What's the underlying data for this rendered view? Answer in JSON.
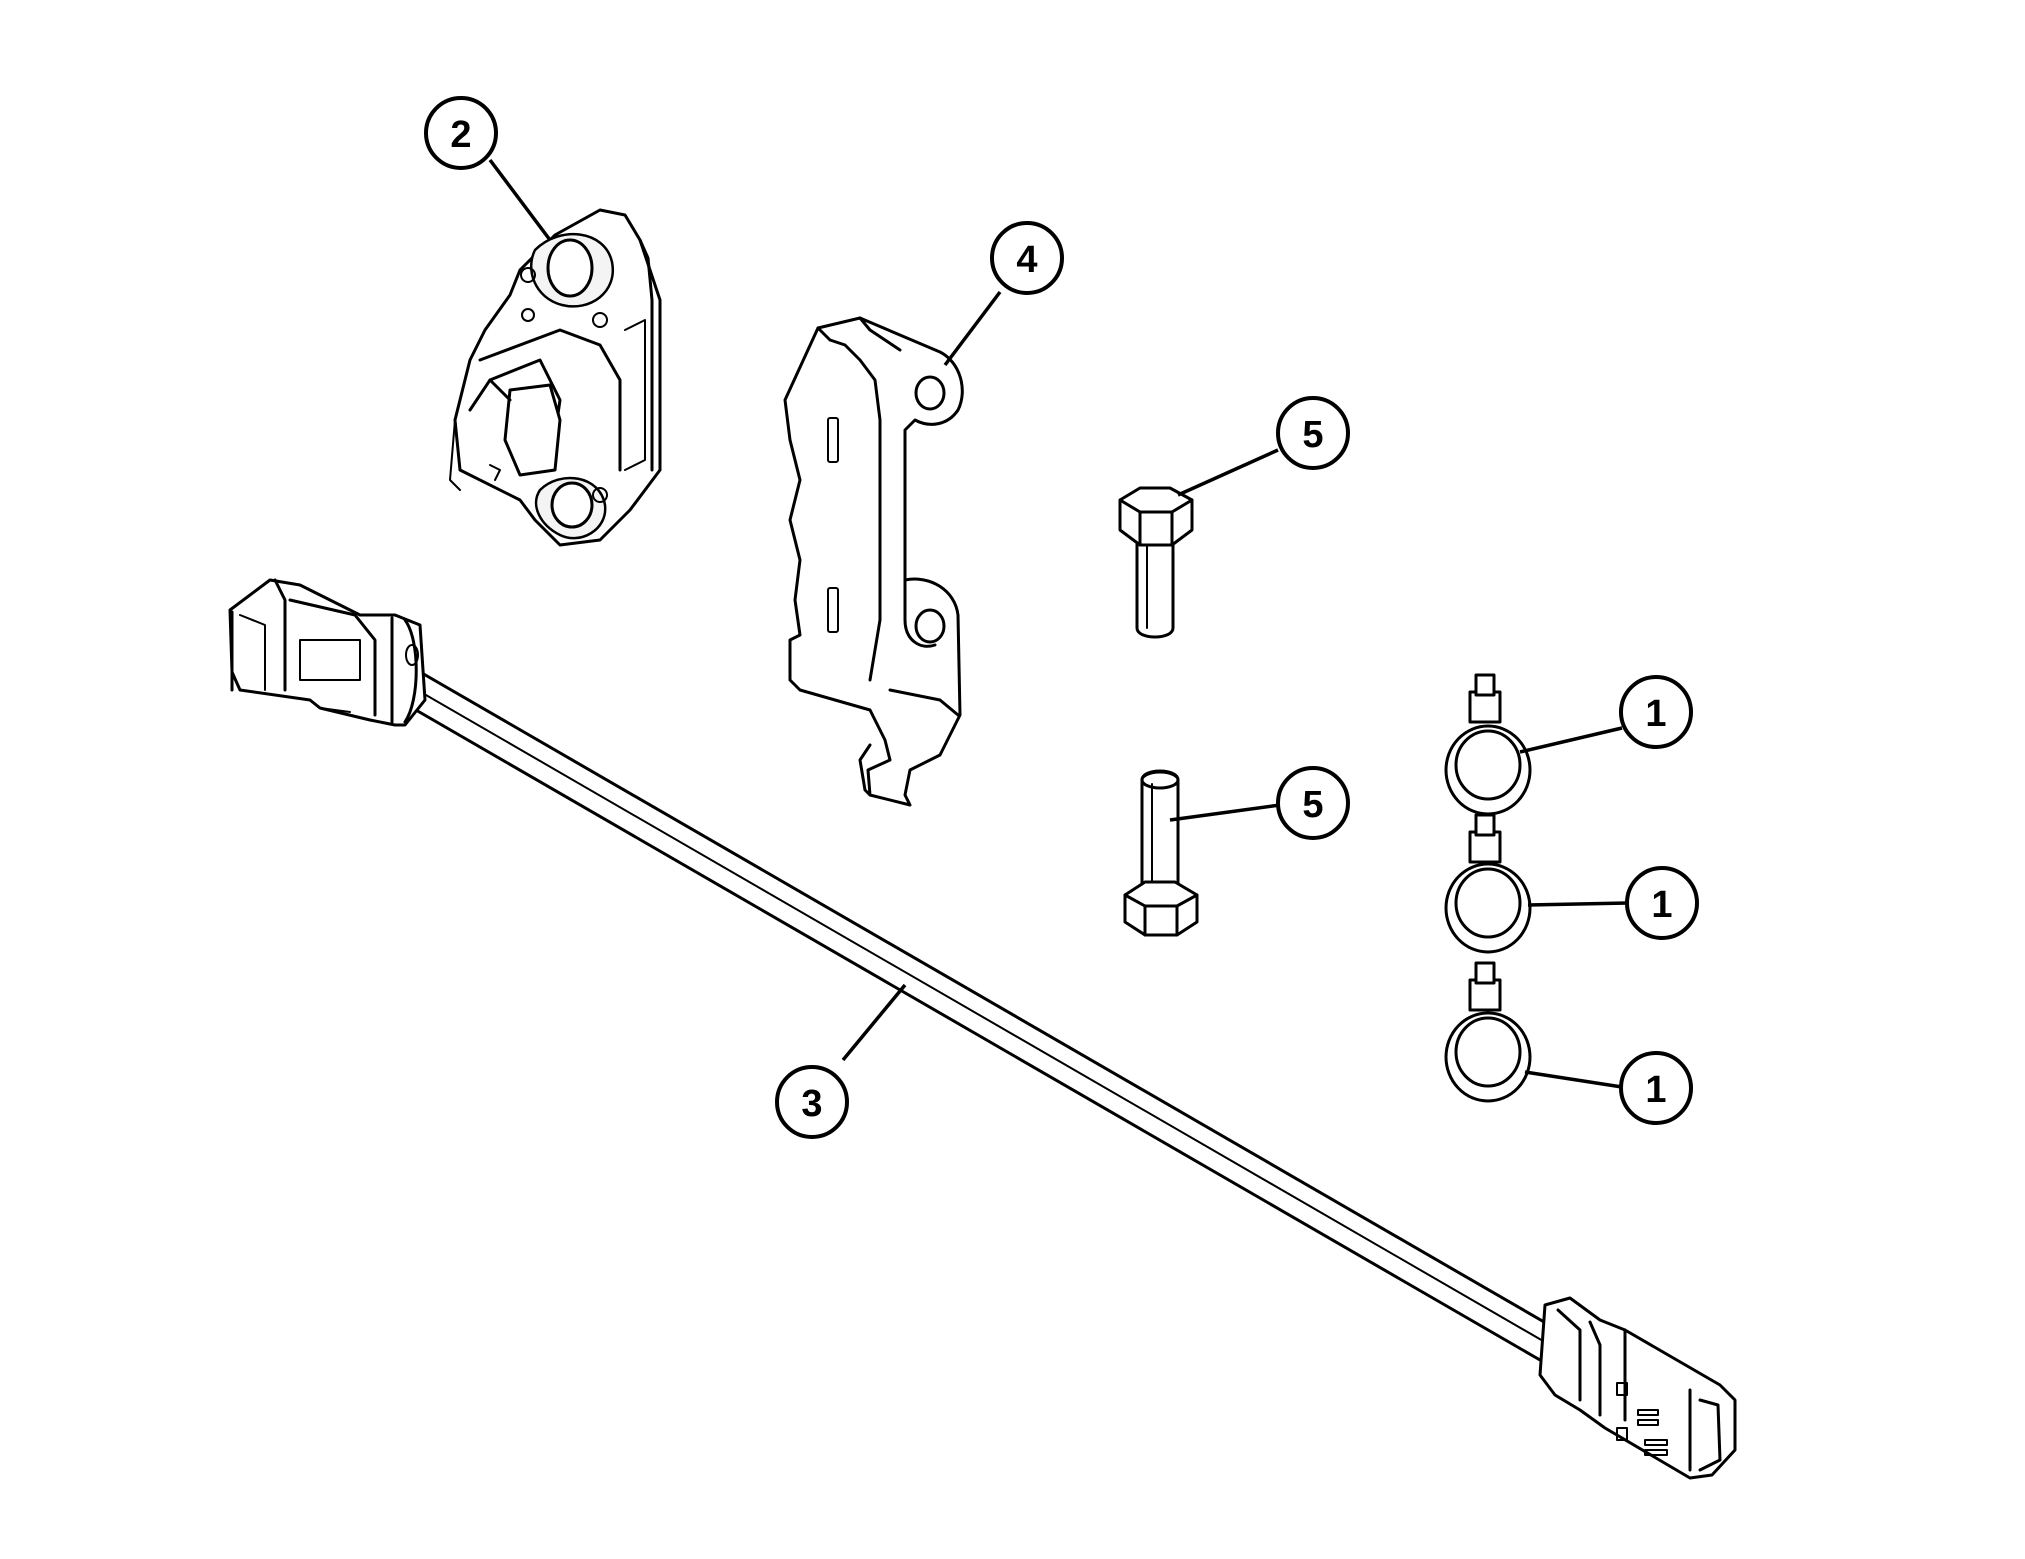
{
  "callouts": [
    {
      "id": "c2",
      "label": "2"
    },
    {
      "id": "c4",
      "label": "4"
    },
    {
      "id": "c5a",
      "label": "5"
    },
    {
      "id": "c5b",
      "label": "5"
    },
    {
      "id": "c1a",
      "label": "1"
    },
    {
      "id": "c1b",
      "label": "1"
    },
    {
      "id": "c1c",
      "label": "1"
    },
    {
      "id": "c3",
      "label": "3"
    }
  ]
}
